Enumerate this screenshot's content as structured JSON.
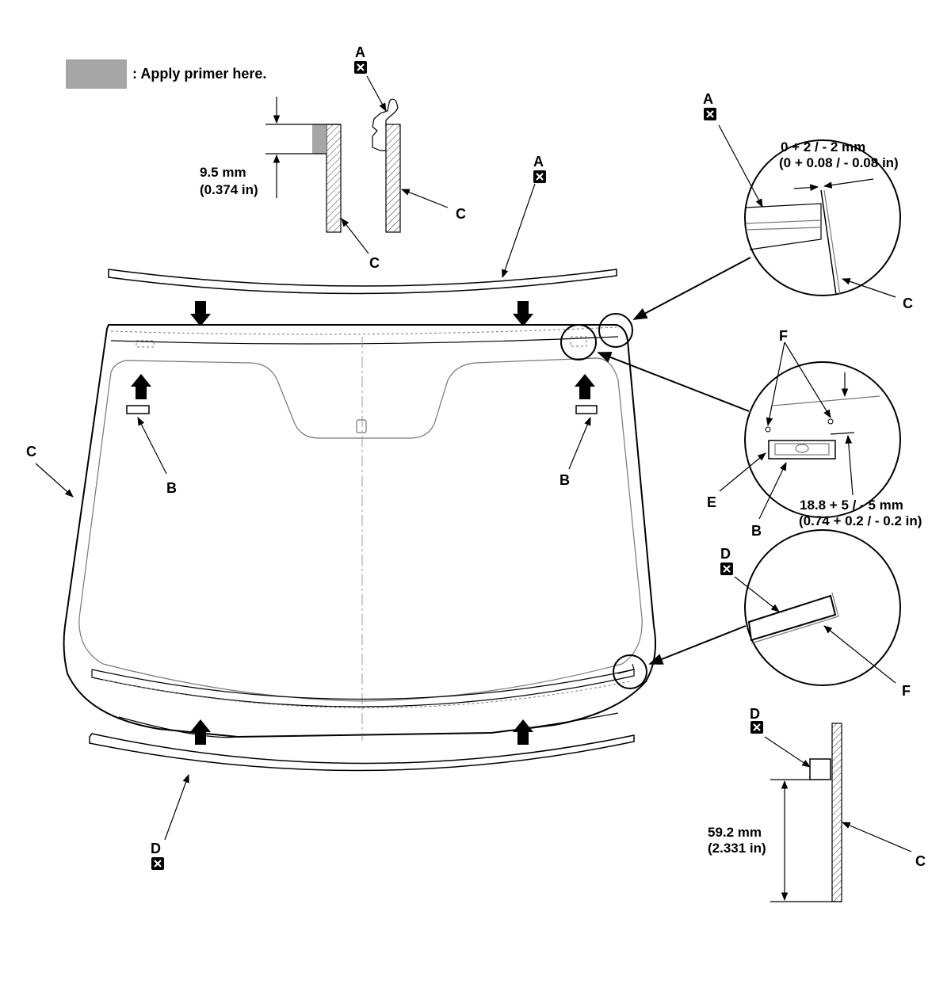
{
  "legend": {
    "text": ": Apply primer here.",
    "swatch_color": "#a6a6a6"
  },
  "labels": {
    "A": "A",
    "B": "B",
    "C": "C",
    "D": "D",
    "E": "E",
    "F": "F"
  },
  "dimensions": {
    "top_section": [
      "9.5 mm",
      "(0.374 in)"
    ],
    "top_right_detail": [
      "0 + 2 / - 2 mm",
      "(0 + 0.08 / - 0.08 in)"
    ],
    "mid_right_detail": [
      "18.8 + 5 / - 5 mm",
      "(0.74 + 0.2 / - 0.2 in)"
    ],
    "bottom_right_section": [
      "59.2 mm",
      "(2.331 in)"
    ]
  },
  "icons": {
    "replace_part_marker": "x-box-icon",
    "install_direction": "arrow-icon"
  },
  "colors": {
    "line": "#000000",
    "outline_gray": "#777777",
    "primer": "#a6a6a6"
  }
}
